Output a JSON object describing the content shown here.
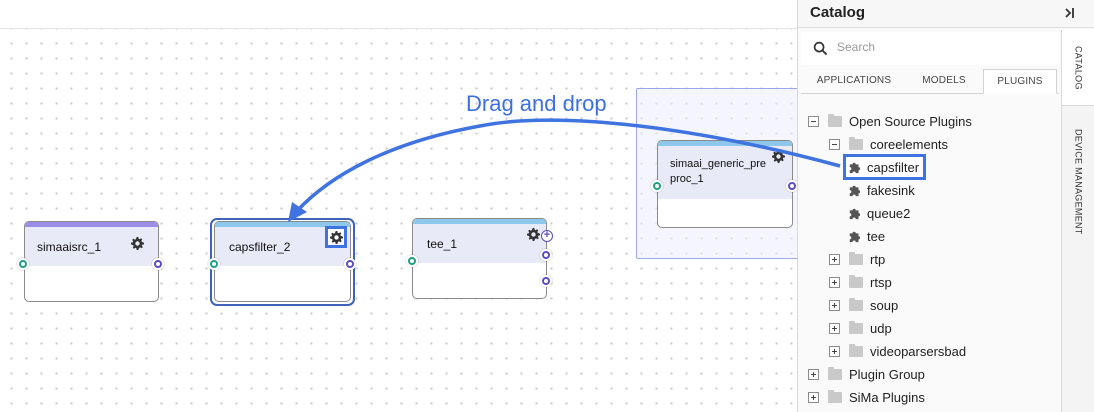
{
  "canvas": {
    "drag_label": "Drag and drop",
    "nodes": [
      {
        "name": "simaaisrc_1",
        "bar_color": "#9a8ee6"
      },
      {
        "name": "capsfilter_2",
        "bar_color": "#8ec7ec"
      },
      {
        "name": "tee_1",
        "bar_color": "#8ec7ec"
      },
      {
        "name_line1": "simaai_generic_pre",
        "name_line2": "proc_1",
        "bar_color": "#8ec7ec"
      }
    ]
  },
  "catalog": {
    "title": "Catalog",
    "search_placeholder": "Search",
    "tabs": [
      "APPLICATIONS",
      "MODELS",
      "PLUGINS"
    ],
    "active_tab": "PLUGINS",
    "side_tabs": [
      "CATALOG",
      "DEVICE MANAGEMENT"
    ],
    "tree": {
      "open_source": "Open Source Plugins",
      "coreelements": "coreelements",
      "core_items": [
        "capsfilter",
        "fakesink",
        "queue2",
        "tee"
      ],
      "folders": [
        "rtp",
        "rtsp",
        "soup",
        "udp",
        "videoparsersbad"
      ],
      "plugin_group": "Plugin Group",
      "sima_plugins": "SiMa Plugins"
    }
  },
  "colors": {
    "accent": "#3f73e0",
    "in_port": "#1ea084",
    "out_port": "#5a4ec4"
  }
}
